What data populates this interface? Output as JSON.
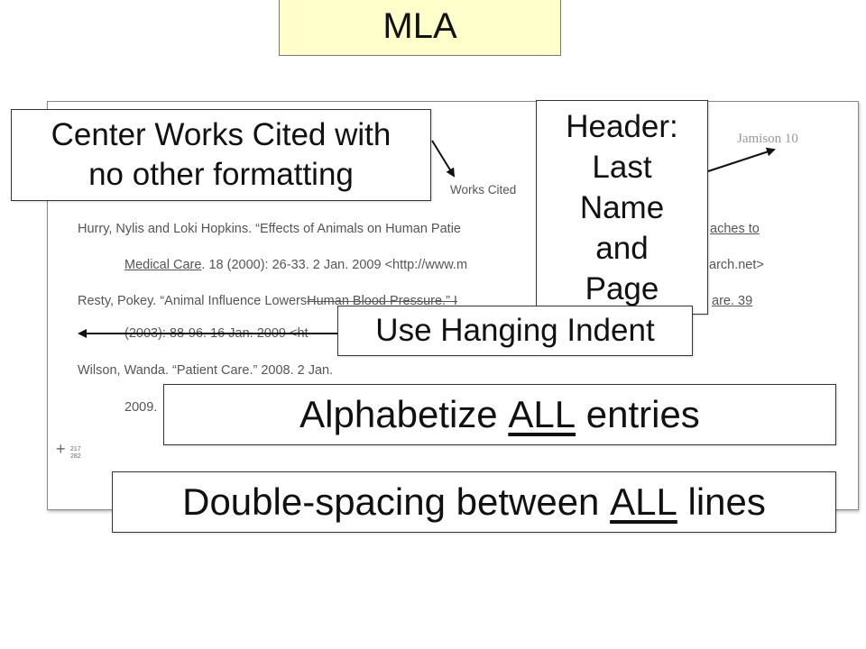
{
  "slide": {
    "title": "MLA"
  },
  "document": {
    "header": "Jamison 10",
    "heading": "Works Cited",
    "entries": [
      {
        "line1": "Hurry, Nylis and Loki Hopkins. “Effects of Animals on Human Patie",
        "line1_tail": "aches to",
        "line2": "Medical Care",
        "line2_rest": ". 18 (2000): 26-33. 2 Jan. 2009 <http://www.m",
        "line2_tail": "arch.net>"
      },
      {
        "line1": "Resty, Pokey. “Animal Influence Lowers",
        "line1_mid": "Human Blood Pressure.”  I",
        "line1_tail": "are. 39",
        "line2": "(2003): 88-96. 16 Jan. 2009 <ht"
      },
      {
        "line1": "Wilson, Wanda. “Patient Care.” 2008. 2 Jan.",
        "line2": "2009."
      }
    ],
    "cursor_label": "217\n282"
  },
  "callouts": {
    "center": {
      "line1": "Center Works Cited with",
      "line2": "no other formatting"
    },
    "header": {
      "line1": "Header:",
      "line2": "Last",
      "line3": "Name",
      "line4": "and",
      "line5": "Page"
    },
    "indent": "Use Hanging Indent",
    "alpha": {
      "pre": "Alphabetize ",
      "em": "ALL",
      "post": " entries"
    },
    "double": {
      "pre": "Double-spacing between ",
      "em": "ALL",
      "post": " lines"
    }
  },
  "colors": {
    "title_bg": "#ffffcc",
    "page_text": "#555555",
    "callout_border": "#333333"
  }
}
